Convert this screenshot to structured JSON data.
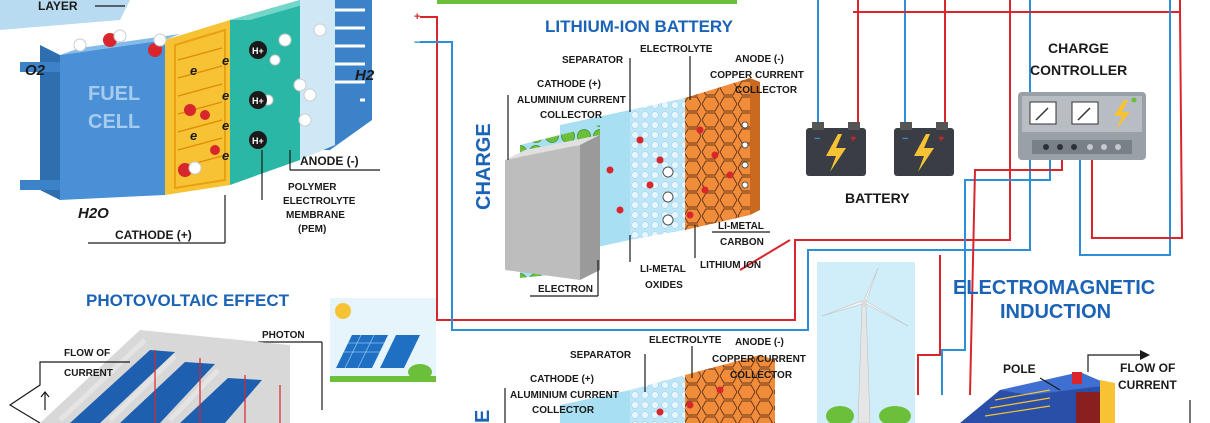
{
  "fuel_cell": {
    "layer": "LAYER",
    "o2": "O2",
    "h2": "H2",
    "h2o": "H2O",
    "body_line1": "FUEL",
    "body_line2": "CELL",
    "anode": "ANODE (-)",
    "cathode": "CATHODE (+)",
    "pem_line1": "POLYMER",
    "pem_line2": "ELECTROLYTE",
    "pem_line3": "MEMBRANE",
    "pem_line4": "(PEM)",
    "electron": "e",
    "proton": "H+"
  },
  "lithium_top": {
    "title": "LITHIUM-ION BATTERY",
    "charge": "CHARGE",
    "separator": "SEPARATOR",
    "electrolyte": "ELECTROLYTE",
    "anode_line1": "ANODE (-)",
    "anode_line2": "COPPER CURRENT",
    "anode_line3": "COLLECTOR",
    "cathode_line1": "CATHODE (+)",
    "cathode_line2": "ALUMINIUM CURRENT",
    "cathode_line3": "COLLECTOR",
    "li_metal_line1": "LI-METAL",
    "li_metal_line2": "CARBON",
    "li_ion": "LITHIUM ION",
    "li_oxides_line1": "LI-METAL",
    "li_oxides_line2": "OXIDES",
    "electron": "ELECTRON"
  },
  "lithium_bottom": {
    "separator": "SEPARATOR",
    "electrolyte": "ELECTROLYTE",
    "anode_line1": "ANODE (-)",
    "anode_line2": "COPPER CURRENT",
    "anode_line3": "COLLECTOR",
    "cathode_line1": "CATHODE (+)",
    "cathode_line2": "ALUMINIUM CURRENT",
    "cathode_line3": "COLLECTOR",
    "side_letter": "E"
  },
  "battery": {
    "label": "BATTERY"
  },
  "charge_controller": {
    "line1": "CHARGE",
    "line2": "CONTROLLER"
  },
  "photovoltaic": {
    "title": "PHOTOVOLTAIC  EFFECT",
    "photon": "PHOTON",
    "flow_line1": "FLOW OF",
    "flow_line2": "CURRENT"
  },
  "induction": {
    "title_line1": "ELECTROMAGNETIC",
    "title_line2": "INDUCTION",
    "pole": "POLE",
    "flow_line1": "FLOW OF",
    "flow_line2": "CURRENT"
  },
  "wires": {
    "plus": "+",
    "minus": "−"
  },
  "colors": {
    "title_blue": "#1b63b5",
    "wire_red": "#d8262c",
    "wire_blue": "#2e8fd6",
    "anode_orange": "#f08c3a",
    "cathode_yellow": "#f7c335",
    "membrane_teal": "#2bb7a6",
    "fuel_cell_blue": "#3b82c9",
    "lithium_green": "#6cbf3a"
  }
}
